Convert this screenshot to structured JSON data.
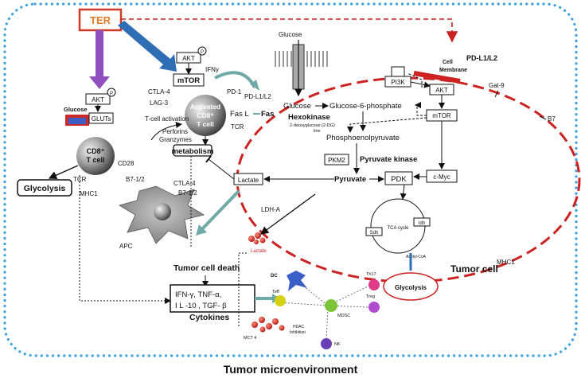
{
  "ter": {
    "label": "TER",
    "color": "#e07a2a",
    "border": "#cf3b2b"
  },
  "frame": {
    "caption": "Tumor  microenvironment",
    "dot_color": "#3aa0e0"
  },
  "tcell": {
    "akt": "AKT",
    "p": "P",
    "ifny": "IFNγ",
    "mtor": "mTOR",
    "ctla4": "CTLA-4",
    "pd1": "PD-1",
    "lag3": "LAG-3",
    "activated_cd8": [
      "Activated",
      "CD8⁺",
      "T cell"
    ],
    "fasl": "Fas L",
    "fas": "Fas",
    "tcr": "TCR",
    "tcell_activation": "T-cell activation",
    "perforins": "Perforins",
    "granzymes": "Granzymes",
    "metabolism": "metabolism",
    "pdl1l2_left": "PD-L1/L2"
  },
  "cd8cell": {
    "akt": "AKT",
    "glucose": "Glucose",
    "gluts": "GLUTs",
    "cd8_tcell": [
      "CD8⁺",
      "T cell"
    ],
    "cd28": "CD28",
    "tcr": "TCR",
    "mhc1": "MHC1",
    "b712": "B7-1/2",
    "glycolysis": "Glycolysis"
  },
  "apc": {
    "label": "APC",
    "ctla4": "CTLA-4",
    "b712": "B7-1/2"
  },
  "tumor": {
    "lactate": "Lactate",
    "tumor_cell_death": "Tumor cell death",
    "glucose_top": "Glucose",
    "glucose": "Glucose",
    "g6p": "Glucose-6-phosphate",
    "hexokinase": "Hexokinase",
    "two_dg": "2-deoxyglucose (2-DG)",
    "two_dg_line2": "line",
    "pep": "Phosphoenolpyruvate",
    "pkm2": "PKM2",
    "pyruvate_kinase": "Pyruvate kinase",
    "pyruvate": "Pyruvate",
    "pdk": "PDK",
    "cmyc": "c-Myc",
    "pi3k": "PI3K",
    "akt": "AKT",
    "mtor": "mTOR",
    "cell_membrane": [
      "Cell",
      "Membrane"
    ],
    "ldha": "LDH-A",
    "tca": "TCA cycle",
    "acetyl": "Acetyl-CoA",
    "sdh": "Sdh",
    "idh": "Idh",
    "glycolysis": "Glycolysis",
    "tumor_cell": "Tumor cell",
    "membrane_color": "#cc2222"
  },
  "right_labels": {
    "pdl1l2": "PD-L1/L2",
    "gal9": "Gal-9",
    "b7": "B7",
    "mhc1": "MHC1"
  },
  "cytokines": {
    "line1": "IFN-γ,  TNF-α,",
    "line2": "I L -10 , TGF- β",
    "title": "Cytokines",
    "lactate_small": "Lactate"
  },
  "immune": {
    "dc": "DC",
    "th17": "Th17",
    "treg": "Treg",
    "teff": "Teff",
    "mdsc": "MDSC",
    "nk": "NK",
    "mct4": "MCT 4",
    "hdac": [
      "HDAC",
      "Inhibition"
    ]
  },
  "colors": {
    "purple": "#8f4fbf",
    "blue": "#2f6db5",
    "teal": "#6fa9a8",
    "red": "#cc2222",
    "gray": "#8a8a8a"
  }
}
